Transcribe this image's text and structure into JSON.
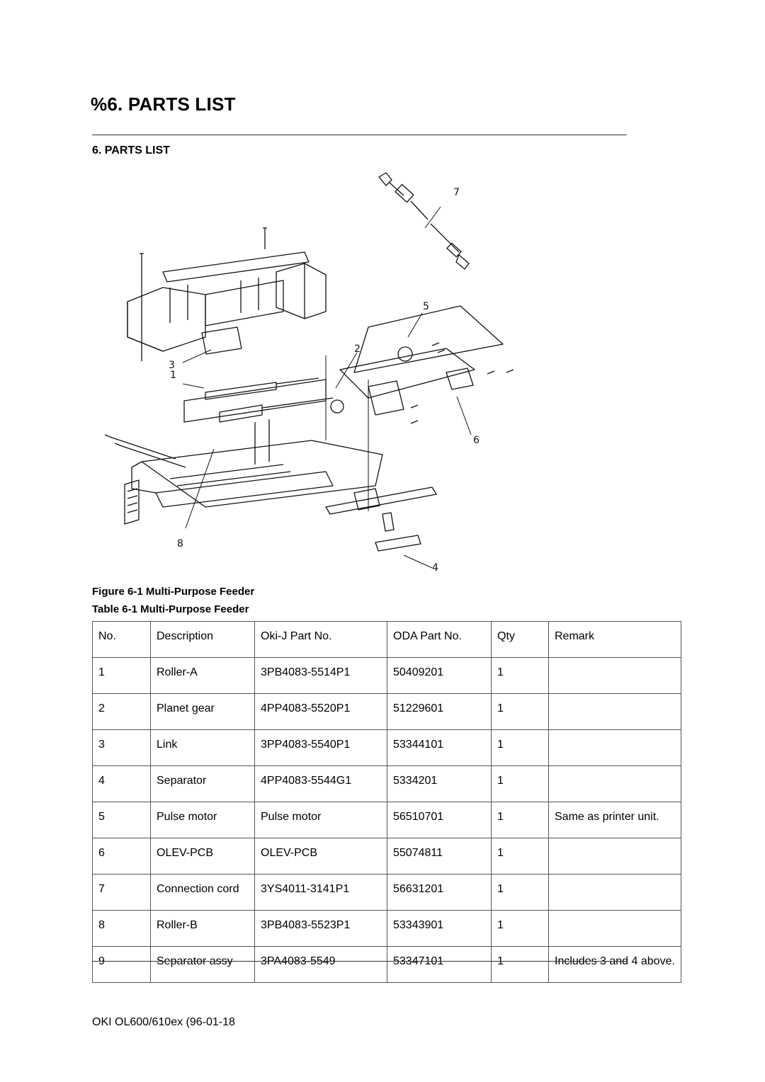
{
  "page_title": "%6. PARTS LIST",
  "section_heading": "6. PARTS LIST",
  "figure": {
    "callouts": [
      "1",
      "2",
      "3",
      "4",
      "5",
      "6",
      "7",
      "8"
    ]
  },
  "figure_caption": "Figure 6-1 Multi-Purpose Feeder",
  "table_caption": "Table 6-1 Multi-Purpose Feeder",
  "table": {
    "headers": [
      "No.",
      "Description",
      "Oki-J Part No.",
      "ODA Part No.",
      "Qty",
      "Remark"
    ],
    "rows": [
      [
        "1",
        "Roller-A",
        "3PB4083-5514P1",
        "50409201",
        "1",
        ""
      ],
      [
        "2",
        "Planet gear",
        "4PP4083-5520P1",
        "51229601",
        "1",
        ""
      ],
      [
        "3",
        "Link",
        "3PP4083-5540P1",
        "53344101",
        "1",
        ""
      ],
      [
        "4",
        "Separator",
        "4PP4083-5544G1",
        "5334201",
        "1",
        ""
      ],
      [
        "5",
        "Pulse motor",
        "Pulse motor",
        "56510701",
        "1",
        "Same as printer unit."
      ],
      [
        "6",
        "OLEV-PCB",
        "OLEV-PCB",
        "55074811",
        "1",
        ""
      ],
      [
        "7",
        "Connection cord",
        "3YS4011-3141P1",
        "56631201",
        "1",
        ""
      ],
      [
        "8",
        "Roller-B",
        "3PB4083-5523P1",
        "53343901",
        "1",
        ""
      ],
      [
        "9",
        "Separator assy",
        "3PA4083-5549",
        "53347101",
        "1",
        "Includes 3 and 4 above."
      ]
    ]
  },
  "footer": "OKI OL600/610ex (96-01-18"
}
